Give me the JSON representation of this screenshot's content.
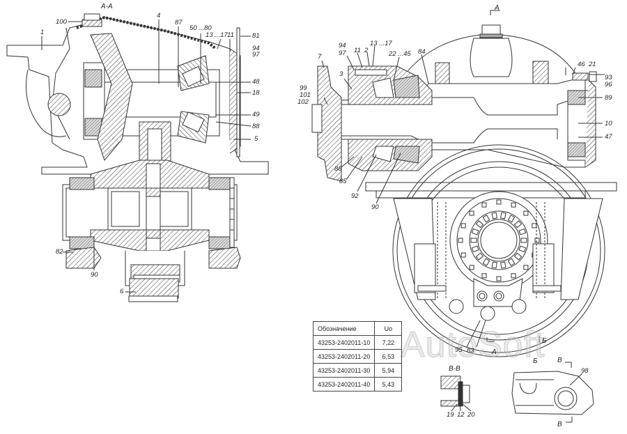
{
  "sections": {
    "aa": "А-А",
    "vv": "В-В",
    "b": "Б",
    "b_arrow": "Б",
    "a_top": "А",
    "a_bottom": "А",
    "v_top": "В",
    "v_bottom": "В"
  },
  "left_view_labels": {
    "l100": "100",
    "l1": "1",
    "l4": "4",
    "l87": "87",
    "l50_80": "50 ...80",
    "l13_17": "13 ...17",
    "l11": "11",
    "l81": "81",
    "l94": "94",
    "l97": "97",
    "l48": "48",
    "l18": "18",
    "l49": "49",
    "l88": "88",
    "l5": "5",
    "l82": "82",
    "l90": "90",
    "l6": "6"
  },
  "right_view_labels": {
    "l7": "7",
    "l94": "94",
    "l97": "97",
    "l11": "11",
    "l2": "2",
    "l13_17": "13 ...17",
    "l22_45": "22 ...45",
    "l84": "84",
    "l3": "3",
    "l99": "99",
    "l101": "101",
    "l102": "102",
    "l86": "86",
    "l85": "85",
    "l92": "92",
    "l90": "90",
    "l46": "46",
    "l21": "21",
    "l93": "93",
    "l96": "96",
    "l89": "89",
    "l10": "10",
    "l47": "47",
    "l95": "95",
    "l83": "83",
    "l19": "19",
    "l12": "12",
    "l20": "20",
    "l98": "98"
  },
  "ratio_table": {
    "headers": [
      "Обозначение",
      "Uo"
    ],
    "rows": [
      [
        "43253-2402011-10",
        "7,22"
      ],
      [
        "43253-2402011-20",
        "6,53"
      ],
      [
        "43253-2402011-30",
        "5,94"
      ],
      [
        "43253-2402011-40",
        "5,43"
      ]
    ]
  },
  "watermark": "AutoSoft"
}
